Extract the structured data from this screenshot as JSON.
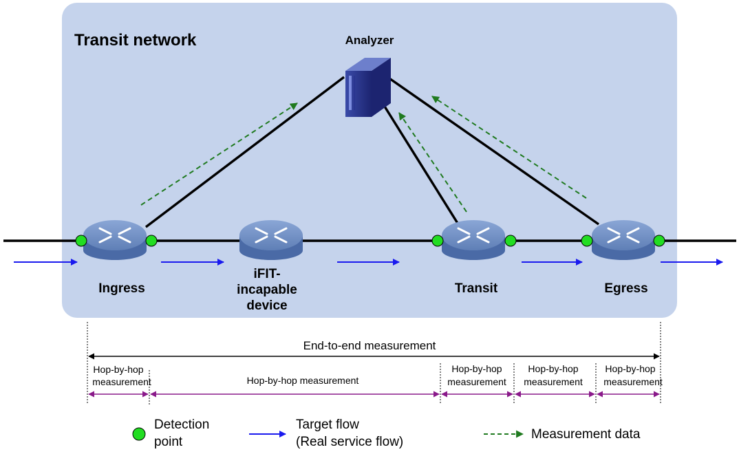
{
  "network": {
    "title": "Transit network",
    "analyzer_label": "Analyzer"
  },
  "devices": {
    "ingress": "Ingress",
    "incapable_line1": "iFIT-",
    "incapable_line2": "incapable",
    "incapable_line3": "device",
    "transit": "Transit",
    "egress": "Egress"
  },
  "measurements": {
    "end_to_end": "End-to-end measurement",
    "hop1_line1": "Hop-by-hop",
    "hop1_line2": "measurement",
    "hop2": "Hop-by-hop measurement",
    "hop3_line1": "Hop-by-hop",
    "hop3_line2": "measurement",
    "hop4_line1": "Hop-by-hop",
    "hop4_line2": "measurement",
    "hop5_line1": "Hop-by-hop",
    "hop5_line2": "measurement"
  },
  "legend": {
    "detection_line1": "Detection",
    "detection_line2": "point",
    "target_line1": "Target flow",
    "target_line2": "(Real service flow)",
    "measurement_data": "Measurement data"
  },
  "colors": {
    "network_bg": "#c5d3ec",
    "detection_point": "#22dd22",
    "target_flow": "#1a1aee",
    "measurement_data": "#1f7a1f",
    "hop_arrow": "#8a1a8a",
    "router_body": "#5f7fb6"
  }
}
